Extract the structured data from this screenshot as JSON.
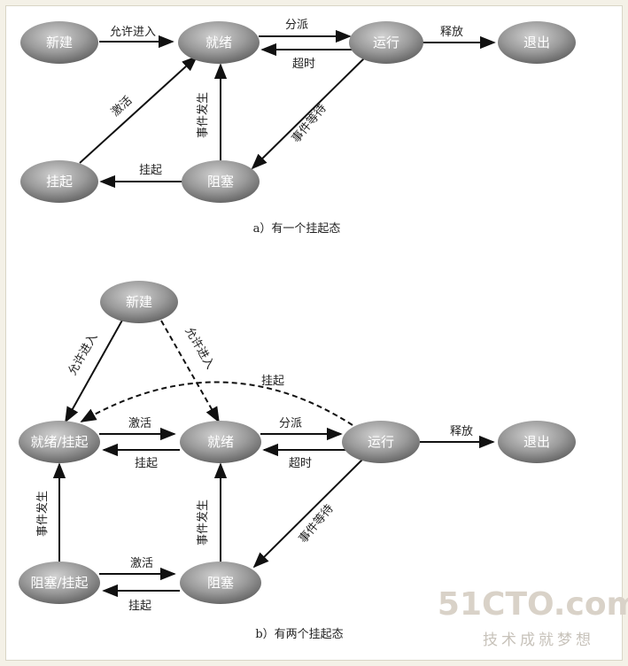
{
  "diagram_a": {
    "caption": "a）有一个挂起态",
    "states": {
      "new": "新建",
      "ready": "就绪",
      "running": "运行",
      "exit": "退出",
      "suspended": "挂起",
      "blocked": "阻塞"
    },
    "edges": {
      "admit": "允许进入",
      "dispatch": "分派",
      "timeout": "超时",
      "release": "释放",
      "activate": "激活",
      "event_occurs": "事件发生",
      "event_wait": "事件等待",
      "suspend": "挂起"
    }
  },
  "diagram_b": {
    "caption": "b）有两个挂起态",
    "states": {
      "new": "新建",
      "ready_suspend": "就绪/挂起",
      "ready": "就绪",
      "running": "运行",
      "exit": "退出",
      "blocked_suspend": "阻塞/挂起",
      "blocked": "阻塞"
    },
    "edges": {
      "admit_to_ready_suspend": "允许进入",
      "admit_to_ready": "允许进入",
      "suspend_from_running": "挂起",
      "activate_ready": "激活",
      "suspend_ready": "挂起",
      "dispatch": "分派",
      "timeout": "超时",
      "release": "释放",
      "event_occurs_left": "事件发生",
      "event_occurs_mid": "事件发生",
      "event_wait": "事件等待",
      "activate_blocked": "激活",
      "suspend_blocked": "挂起"
    }
  },
  "watermark": {
    "logo": "51CTO.com",
    "slogan": "技术成就梦想"
  },
  "colors": {
    "node_fill_center": "#c8c8c8",
    "node_fill_edge": "#6a6a6a",
    "arrow": "#111111",
    "background": "#f4f1e7"
  }
}
